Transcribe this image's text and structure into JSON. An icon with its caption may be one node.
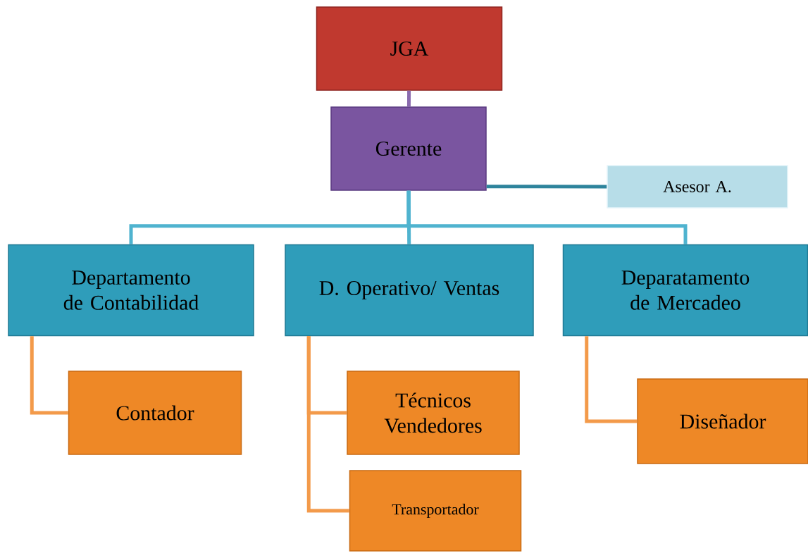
{
  "diagram": {
    "nodes": [
      {
        "text": [
          "JGA"
        ]
      },
      {
        "text": [
          "Gerente"
        ]
      },
      {
        "text": [
          "Asesor A."
        ]
      },
      {
        "text": [
          "Departamento de Contabilidad"
        ]
      },
      {
        "text": [
          "D. Operativo/ Ventas"
        ]
      },
      {
        "text": [
          "Deparatamento de Mercadeo"
        ]
      },
      {
        "text": [
          "Contador"
        ]
      },
      {
        "text": [
          "Técnicos Vendedores"
        ]
      },
      {
        "text": [
          "Transportador"
        ]
      },
      {
        "text": [
          "Diseñador"
        ]
      }
    ],
    "edges": [
      {
        "from": 0,
        "to": 1,
        "arrow": "none",
        "color": "#8a6aae"
      },
      {
        "from": 1,
        "to": 2,
        "arrow": "none",
        "color": "#2e849c"
      },
      {
        "from": 1,
        "to": 3,
        "arrow": "none",
        "color": "#4fb3cf"
      },
      {
        "from": 1,
        "to": 4,
        "arrow": "none",
        "color": "#4fb3cf"
      },
      {
        "from": 1,
        "to": 5,
        "arrow": "none",
        "color": "#4fb3cf"
      },
      {
        "from": 3,
        "to": 6,
        "arrow": "none"
      },
      {
        "from": 4,
        "to": 7,
        "arrow": "none"
      },
      {
        "from": 4,
        "to": 8,
        "arrow": "none"
      },
      {
        "from": 5,
        "to": 9,
        "arrow": "none"
      }
    ]
  }
}
